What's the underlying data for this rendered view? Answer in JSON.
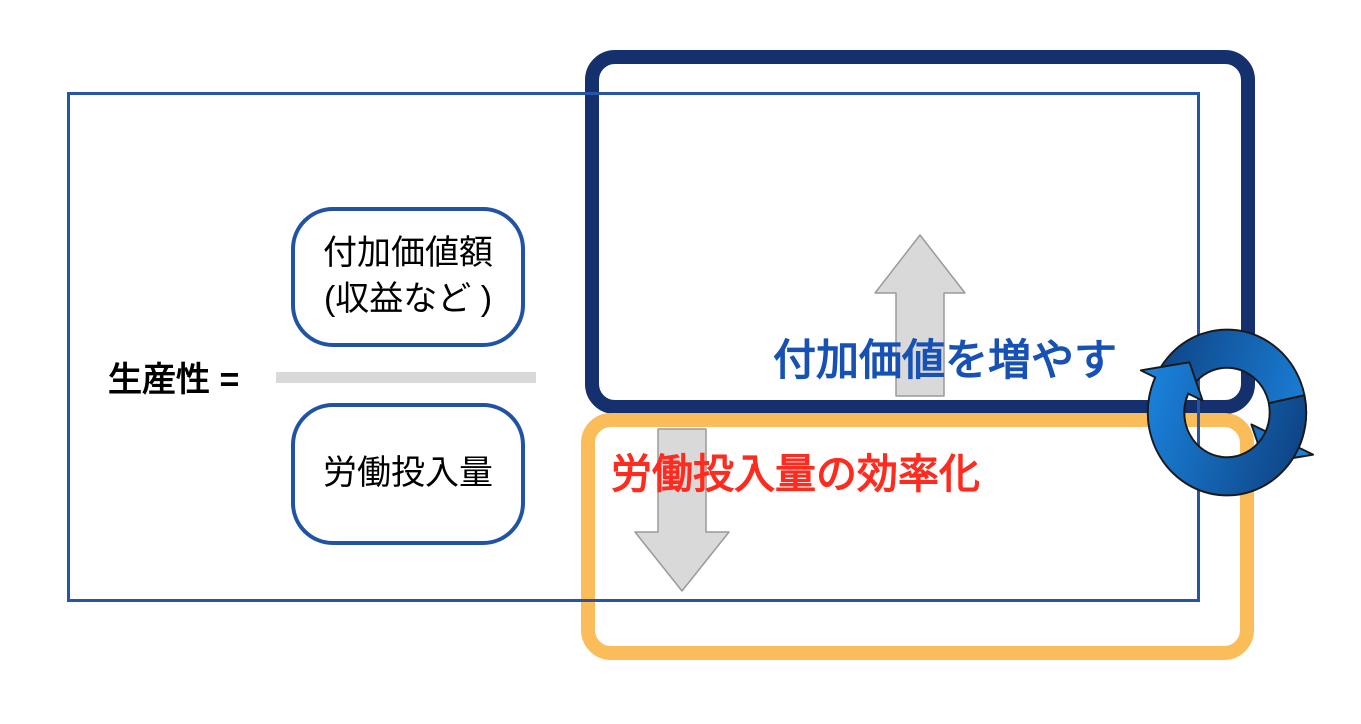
{
  "diagram": {
    "formula": {
      "label": "生産性 =",
      "numerator_line1": "付加価値額",
      "numerator_line2": "(収益など )",
      "denominator": "労働投入量"
    },
    "callouts": {
      "increase_added_value": "付加価値を増やす",
      "labor_input_efficiency": "労働投入量の効率化"
    },
    "icons": {
      "up_arrow": "up-arrow-icon",
      "down_arrow": "down-arrow-icon",
      "cycle": "cycle-arrows-icon"
    },
    "colors": {
      "navy_box_border": "#14306D",
      "orange_box_border": "#FBBD59",
      "thin_box_border": "#2456A5",
      "rounded_box_border": "#2053A4",
      "fraction_bar": "#D9D9D9",
      "arrow_fill": "#D9D9D9",
      "arrow_outline": "#9A9A9A",
      "blue_text": "#1751B3",
      "red_text": "#FF2B1E",
      "cycle_arrow_dark": "#0E4586",
      "cycle_arrow_light": "#1B82DC"
    }
  }
}
